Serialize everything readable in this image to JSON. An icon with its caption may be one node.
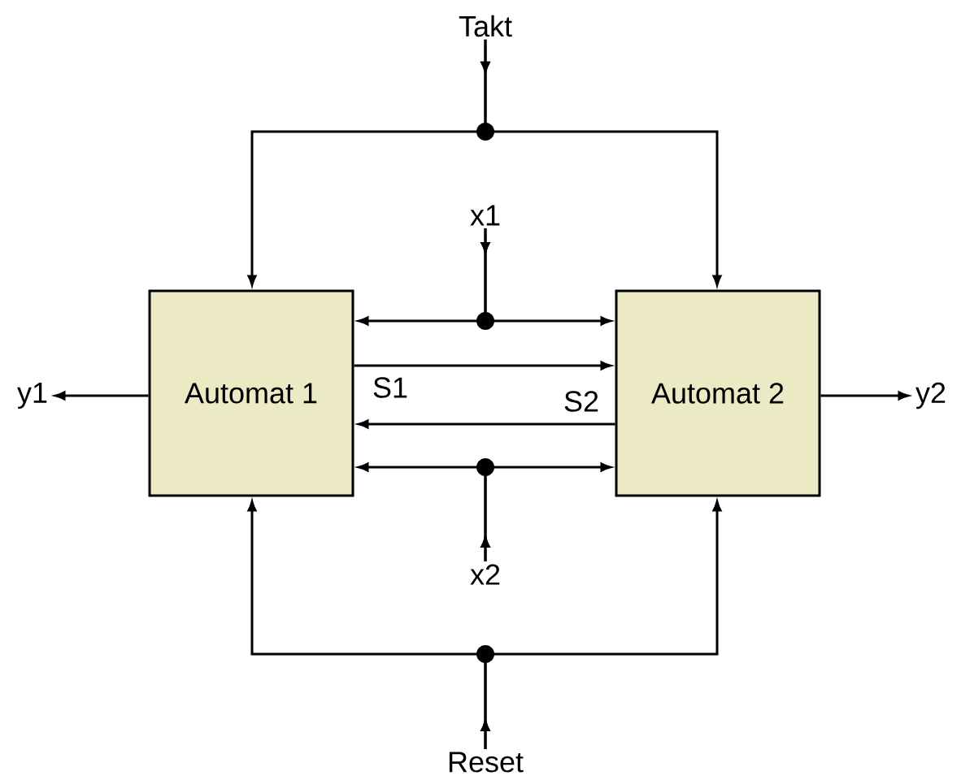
{
  "diagram": {
    "nodes": [
      {
        "text": [
          "Takt"
        ]
      },
      {
        "text": [
          "x1"
        ]
      },
      {
        "text": [
          "y1"
        ]
      },
      {
        "text": [
          "Automat 1"
        ]
      },
      {
        "text": [
          "Automat 2"
        ]
      },
      {
        "text": [
          "y2"
        ]
      },
      {
        "text": [
          "x2"
        ]
      },
      {
        "text": [
          "Reset"
        ]
      }
    ],
    "edges": [
      {
        "from": 0,
        "to": 3,
        "arrow": "to"
      },
      {
        "from": 0,
        "to": 4,
        "arrow": "to"
      },
      {
        "from": 1,
        "to": 3,
        "arrow": "to"
      },
      {
        "from": 1,
        "to": 4,
        "arrow": "to"
      },
      {
        "from": 3,
        "to": 4,
        "arrow": "to",
        "label": "S1"
      },
      {
        "from": 4,
        "to": 3,
        "arrow": "to",
        "label": "S2"
      },
      {
        "from": 6,
        "to": 3,
        "arrow": "to"
      },
      {
        "from": 6,
        "to": 4,
        "arrow": "to"
      },
      {
        "from": 7,
        "to": 3,
        "arrow": "to"
      },
      {
        "from": 7,
        "to": 4,
        "arrow": "to"
      },
      {
        "from": 3,
        "to": 2,
        "arrow": "to"
      },
      {
        "from": 4,
        "to": 5,
        "arrow": "to"
      }
    ]
  }
}
